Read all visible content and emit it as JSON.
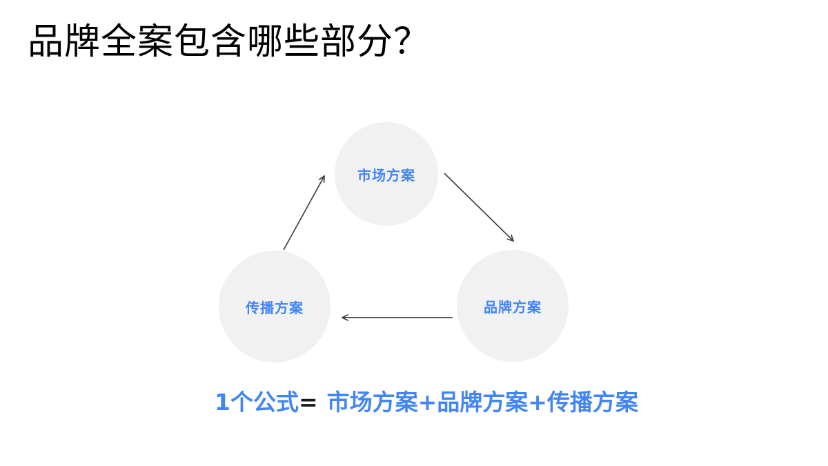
{
  "slide": {
    "title": "品牌全案包含哪些部分？",
    "diagram": {
      "nodes": [
        {
          "id": "market-plan",
          "label": "市场方案",
          "position": "top"
        },
        {
          "id": "communication-plan",
          "label": "传播方案",
          "position": "bottom-left"
        },
        {
          "id": "brand-plan",
          "label": "品牌方案",
          "position": "bottom-right"
        }
      ],
      "edges": [
        {
          "from": "传播方案",
          "to": "市场方案"
        },
        {
          "from": "市场方案",
          "to": "品牌方案"
        },
        {
          "from": "品牌方案",
          "to": "传播方案"
        }
      ]
    },
    "formula": {
      "prefix": "1个公式",
      "equals": "=",
      "expression": "市场方案+品牌方案+传播方案"
    },
    "colors": {
      "accent_blue": "#4285F4",
      "circle_fill": "#F1F1F2",
      "arrow": "#3F3F3F",
      "title": "#000000"
    }
  }
}
